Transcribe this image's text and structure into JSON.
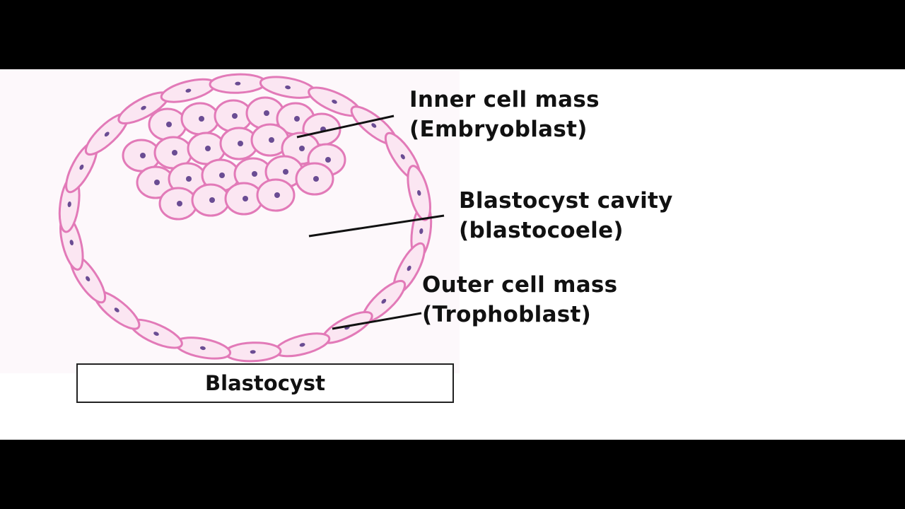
{
  "labels": {
    "inner_cell_mass": {
      "line1": "Inner cell mass",
      "line2": "(Embryoblast)"
    },
    "cavity": {
      "line1": "Blastocyst cavity",
      "line2": "(blastocoele)"
    },
    "outer_cell_mass": {
      "line1": "Outer cell mass",
      "line2": "(Trophoblast)"
    }
  },
  "caption": "Blastocyst",
  "colors": {
    "membrane": "#e27ab8",
    "cytoplasm": "#fbe6f2",
    "nucleus": "#6a4c93",
    "pointer": "#111111",
    "paper": "#fdf8fb"
  }
}
